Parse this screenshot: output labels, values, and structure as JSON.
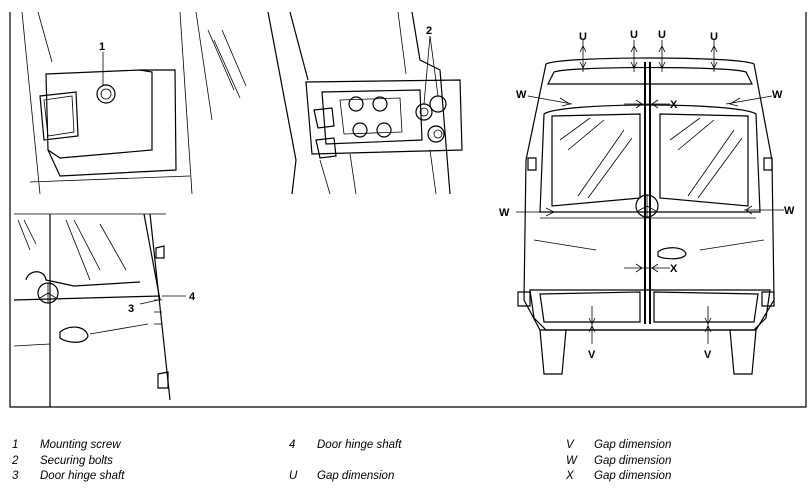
{
  "callouts": {
    "panel_a_1": "1",
    "panel_b_2": "2",
    "panel_c_3": "3",
    "panel_c_4": "4",
    "u": "U",
    "v": "V",
    "w": "W",
    "x": "X"
  },
  "legend": {
    "col1": [
      {
        "key": "1",
        "text": "Mounting screw"
      },
      {
        "key": "2",
        "text": "Securing bolts"
      },
      {
        "key": "3",
        "text": "Door hinge shaft"
      }
    ],
    "col2": [
      {
        "key": "4",
        "text": "Door hinge shaft"
      },
      {
        "key": "U",
        "text": "Gap dimension"
      }
    ],
    "col3": [
      {
        "key": "V",
        "text": "Gap dimension"
      },
      {
        "key": "W",
        "text": "Gap dimension"
      },
      {
        "key": "X",
        "text": "Gap dimension"
      }
    ]
  }
}
